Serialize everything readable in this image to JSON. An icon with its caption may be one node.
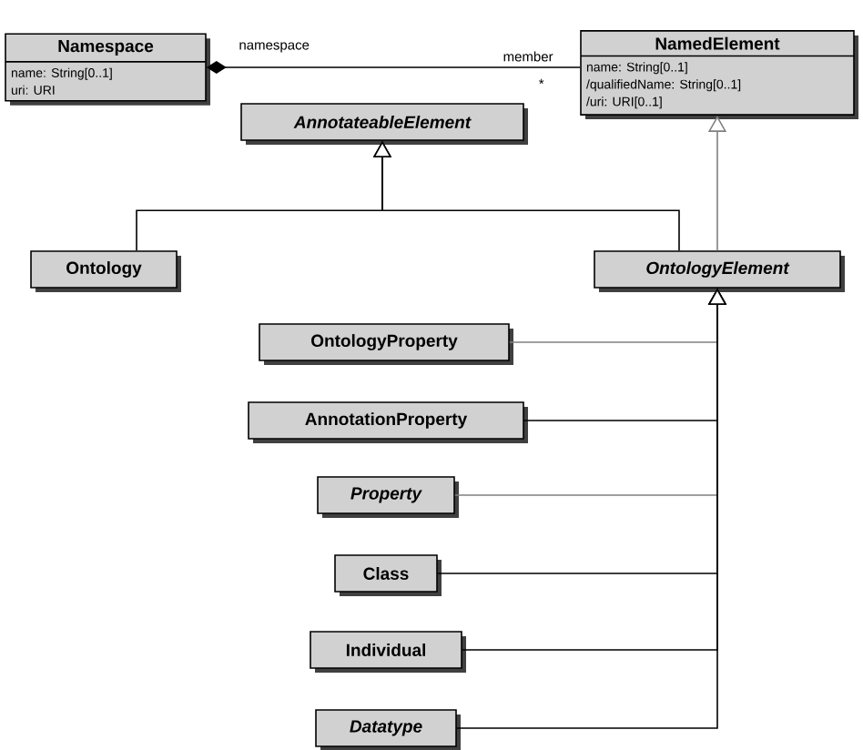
{
  "diagram": {
    "nodes": [
      {
        "text": [
          "Namespace",
          "name: String[0..1]",
          "uri: URI"
        ]
      },
      {
        "text": [
          "NamedElement",
          "name: String[0..1]",
          "/qualifiedName: String[0..1]",
          "/uri: URI[0..1]"
        ]
      },
      {
        "text": [
          "AnnotateableElement"
        ]
      },
      {
        "text": [
          "Ontology"
        ]
      },
      {
        "text": [
          "OntologyElement"
        ]
      },
      {
        "text": [
          "OntologyProperty"
        ]
      },
      {
        "text": [
          "AnnotationProperty"
        ]
      },
      {
        "text": [
          "Property"
        ]
      },
      {
        "text": [
          "Class"
        ]
      },
      {
        "text": [
          "Individual"
        ]
      },
      {
        "text": [
          "Datatype"
        ]
      }
    ],
    "edges": [
      {
        "from": 0,
        "to": 1,
        "arrow": "other"
      },
      {
        "from": 3,
        "to": 2,
        "arrow": "to"
      },
      {
        "from": 4,
        "to": 2,
        "arrow": "to"
      },
      {
        "from": 4,
        "to": 1,
        "arrow": "to",
        "color": "#808080"
      },
      {
        "from": 5,
        "to": 4,
        "arrow": "to",
        "color": "#808080"
      },
      {
        "from": 6,
        "to": 4,
        "arrow": "to"
      },
      {
        "from": 7,
        "to": 4,
        "arrow": "to",
        "color": "#808080"
      },
      {
        "from": 8,
        "to": 4,
        "arrow": "to"
      },
      {
        "from": 9,
        "to": 4,
        "arrow": "to"
      },
      {
        "from": 10,
        "to": 4,
        "arrow": "to"
      }
    ],
    "labels": [
      "namespace",
      "member",
      "*"
    ]
  }
}
